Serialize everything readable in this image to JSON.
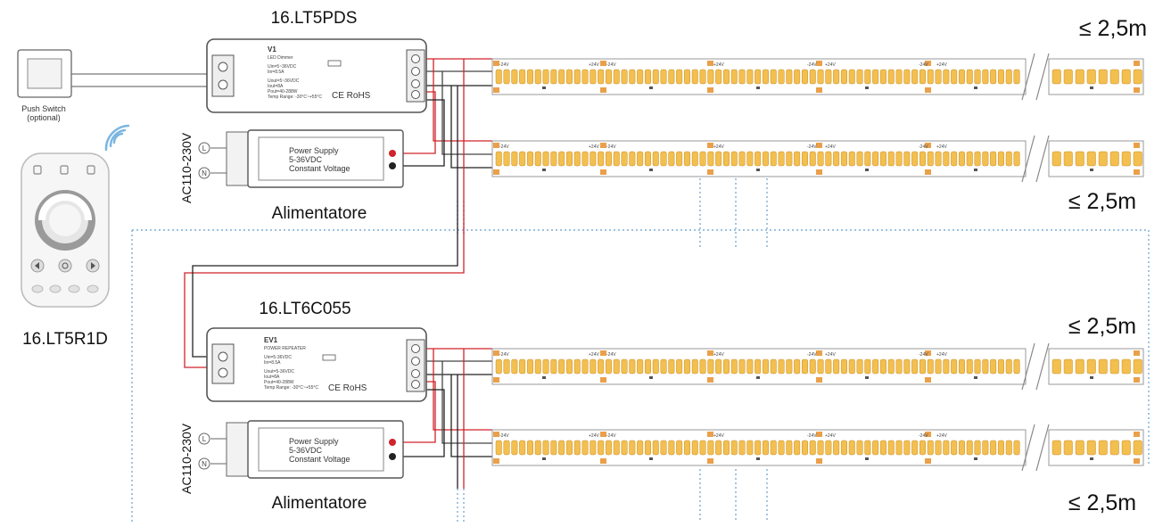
{
  "diagram": {
    "controller_top": {
      "label": "16.LT5PDS",
      "title": "V1",
      "subtitle": "LED Dimmer",
      "specs": [
        "Uin=5~36VDC",
        "Iin=8.5A",
        "Uout=5~36VDC",
        "Iout=8A",
        "Pout=40-288W",
        "Temp Range: -30°C~+55°C"
      ],
      "marks": "CE RoHS"
    },
    "repeater": {
      "label": "16.LT6C055",
      "title": "EV1",
      "subtitle": "POWER REPEATER",
      "specs": [
        "Uin=5-36VDC",
        "Iin=8.5A",
        "Uout=5-36VDC",
        "Iout=8A",
        "Pout=40-288W",
        "Temp Range: -30°C~+55°C"
      ],
      "marks": "CE RoHS"
    },
    "push_switch": {
      "label_line1": "Push Switch",
      "label_line2": "(optional)"
    },
    "remote": {
      "label": "16.LT5R1D"
    },
    "power_supply": {
      "line1": "Power Supply",
      "line2": "5-36VDC",
      "line3": "Constant Voltage",
      "name": "Alimentatore",
      "input": "AC110-230V",
      "L": "L",
      "N": "N"
    },
    "strip_lengths": [
      "≤ 2,5m",
      "≤ 2,5m",
      "≤ 2,5m",
      "≤ 2,5m"
    ],
    "strip_marks": [
      "-24V",
      "+24V"
    ],
    "colors": {
      "wire_red": "#d0232a",
      "wire_black": "#222222",
      "led": "#f3bf4f",
      "led_pad": "#eaa04a",
      "dotted": "#7aaed8"
    }
  }
}
